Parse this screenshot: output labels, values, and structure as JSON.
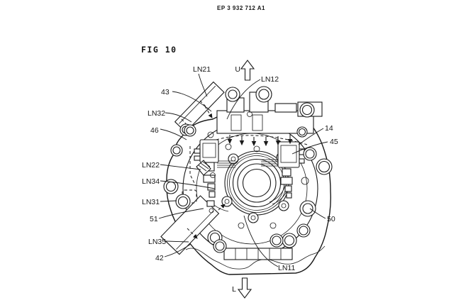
{
  "page": {
    "background": "#ffffff",
    "ink": "#1a1a1a"
  },
  "header": {
    "doc_number": "EP 3 932 712 A1"
  },
  "figure": {
    "title": "FIG 10",
    "orientation": {
      "up_label": "U",
      "down_label": "L"
    },
    "callouts": {
      "ln21": "LN21",
      "ln12": "LN12",
      "n43": "43",
      "ln32": "LN32",
      "n46": "46",
      "n14": "14",
      "n45": "45",
      "ln22": "LN22",
      "ln34": "LN34",
      "ln31": "LN31",
      "n51": "51",
      "n50": "50",
      "ln35": "LN35",
      "n42": "42",
      "ln11": "LN11"
    }
  }
}
